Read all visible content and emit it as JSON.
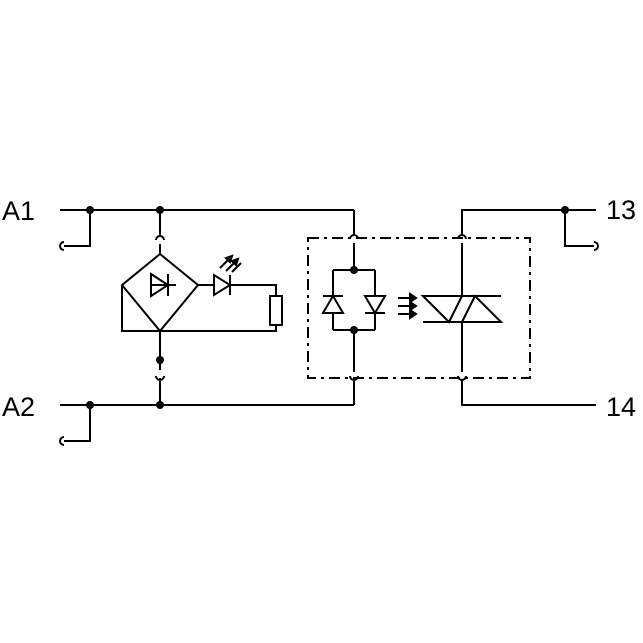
{
  "terminals": {
    "a1": "A1",
    "a2": "A2",
    "t13": "13",
    "t14": "14"
  },
  "colors": {
    "line": "#000000",
    "background": "#ffffff"
  },
  "symbols": [
    "bridge-rectifier-icon",
    "led-indicator-icon",
    "resistor-icon",
    "optocoupler-led-icon",
    "light-emission-icon",
    "triac-icon"
  ]
}
